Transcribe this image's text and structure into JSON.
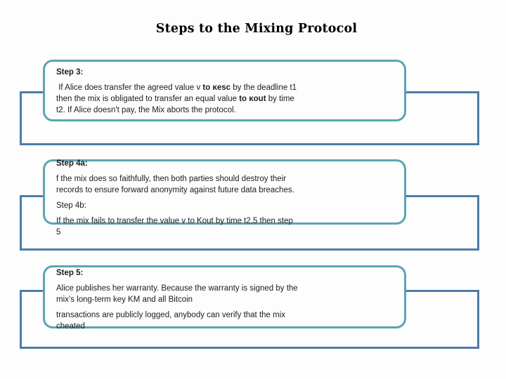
{
  "title": "Steps to the Mixing Protocol",
  "colors": {
    "box_border": "#5ba5b2",
    "panel_border": "#4d7ca8",
    "text": "#1c1c1c",
    "background": "#fdfdfd"
  },
  "steps": [
    {
      "name": "step-3",
      "lines": [
        {
          "gap": false,
          "runs": [
            {
              "t": "Step 3:",
              "b": true
            }
          ]
        },
        {
          "gap": true,
          "runs": [
            {
              "t": " If Alice does transfer the agreed value v ",
              "b": false
            },
            {
              "t": "to κesc",
              "b": true
            },
            {
              "t": " by the deadline t1",
              "b": false
            }
          ]
        },
        {
          "gap": false,
          "runs": [
            {
              "t": "then the mix is obligated to transfer an equal value ",
              "b": false
            },
            {
              "t": "to κout",
              "b": true
            },
            {
              "t": " by time",
              "b": false
            }
          ]
        },
        {
          "gap": false,
          "runs": [
            {
              "t": "t2. If Alice doesn't pay, the Mix aborts the protocol.",
              "b": false
            }
          ]
        }
      ]
    },
    {
      "name": "step-4",
      "lines": [
        {
          "gap": false,
          "runs": [
            {
              "t": "Step 4a:",
              "b": true
            }
          ]
        },
        {
          "gap": true,
          "runs": [
            {
              "t": "f the mix does so faithfully, then both parties should destroy their",
              "b": false
            }
          ]
        },
        {
          "gap": false,
          "runs": [
            {
              "t": "records to ensure forward anonymity against future data breaches.",
              "b": false
            }
          ]
        },
        {
          "gap": true,
          "runs": [
            {
              "t": "Step 4b:",
              "b": false
            }
          ]
        },
        {
          "gap": true,
          "runs": [
            {
              "t": "If the mix fails to transfer the value v to Kout by time t2,5 then step",
              "b": false
            }
          ]
        },
        {
          "gap": false,
          "runs": [
            {
              "t": "5",
              "b": false
            }
          ]
        }
      ]
    },
    {
      "name": "step-5",
      "lines": [
        {
          "gap": false,
          "runs": [
            {
              "t": "Step 5:",
              "b": true
            }
          ]
        },
        {
          "gap": true,
          "runs": [
            {
              "t": "Alice publishes her warranty. Because the warranty is signed by the",
              "b": false
            }
          ]
        },
        {
          "gap": false,
          "runs": [
            {
              "t": "mix’s long-term key KM and all Bitcoin",
              "b": false
            }
          ]
        },
        {
          "gap": true,
          "runs": [
            {
              "t": "transactions are publicly logged, anybody can verify that the mix",
              "b": false
            }
          ]
        },
        {
          "gap": false,
          "runs": [
            {
              "t": "cheated",
              "b": false
            }
          ]
        }
      ]
    }
  ]
}
